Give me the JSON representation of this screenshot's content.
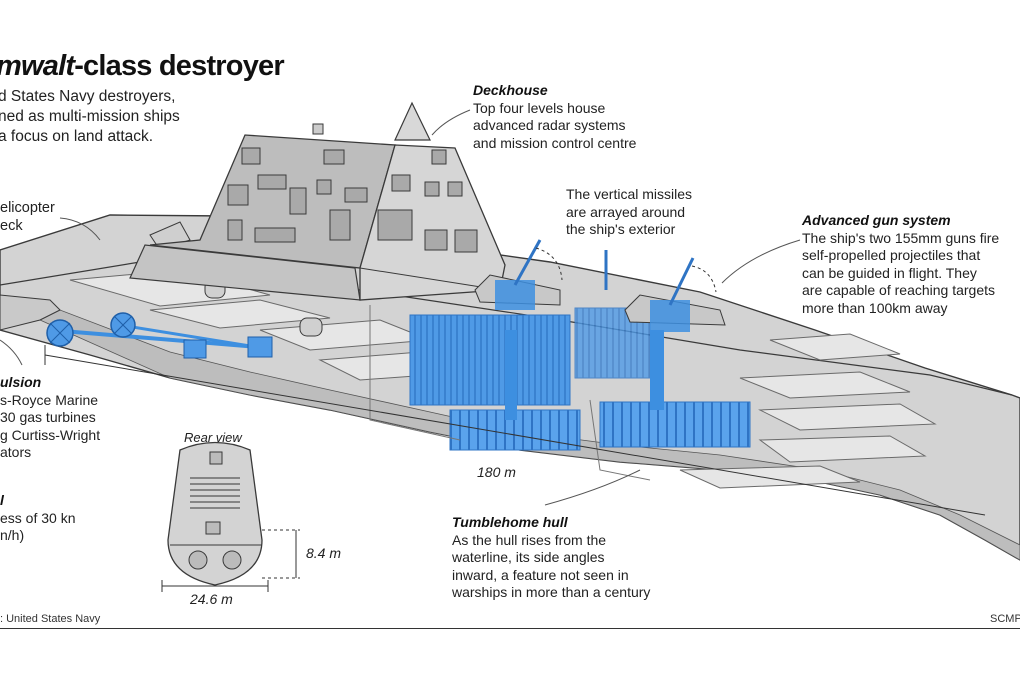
{
  "title_italic": "mwalt",
  "title_rest": "-class destroyer",
  "lead": [
    "d States Navy destroyers,",
    "ned as multi-mission ships",
    "a focus on land attack."
  ],
  "helicopter": [
    "elicopter",
    "eck"
  ],
  "deckhouse": {
    "heading": "Deckhouse",
    "text": [
      "Top four levels house",
      "advanced radar systems",
      "and mission control centre"
    ]
  },
  "missiles": {
    "text": [
      "The vertical missiles",
      "are arrayed around",
      "the ship's exterior"
    ]
  },
  "gun": {
    "heading": "Advanced gun system",
    "text": [
      "The ship's two 155mm guns fire",
      "self-propelled projectiles that",
      "can be guided in flight. They",
      "are capable of reaching targets",
      "more than 100km away"
    ]
  },
  "propulsion": {
    "heading": "ulsion",
    "text": [
      "s-Royce Marine",
      "30 gas turbines",
      "g Curtiss-Wright",
      "ators"
    ]
  },
  "speed": {
    "heading": "l",
    "text": [
      "ess of 30 kn",
      "n/h)"
    ]
  },
  "rear_view": "Rear view",
  "dimensions": {
    "length": "180 m",
    "height": "8.4 m",
    "width": "24.6 m"
  },
  "hull": {
    "heading": "Tumblehome hull",
    "text": [
      "As the hull rises from the",
      "waterline, its side angles",
      "inward, a feature not seen in",
      "warships in more than a century"
    ]
  },
  "source": ": United States Navy",
  "credit": "SCMP",
  "colors": {
    "hull": "#d3d3d3",
    "hull_dark": "#b7b7b7",
    "outline": "#3a3a3a",
    "systems": "#3d8fe0"
  }
}
